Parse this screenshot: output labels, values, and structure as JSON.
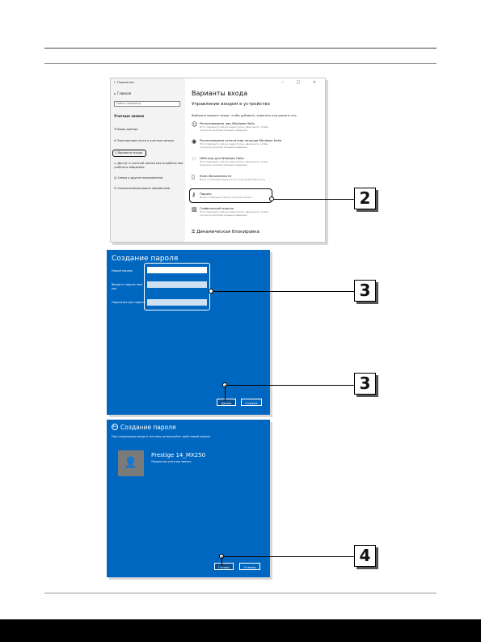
{
  "settings_window": {
    "title": "Параметры",
    "window_controls": "– □ ×",
    "home_label": "Главная",
    "search_placeholder": "Найти параметр",
    "section_label": "Учетные записи",
    "nav_items": [
      {
        "label": "Ваши данные",
        "icon": "person-card-icon"
      },
      {
        "label": "Электронная почта и учетные записи",
        "icon": "mail-icon"
      },
      {
        "label": "Варианты входа",
        "icon": "key-icon",
        "selected": true
      },
      {
        "label": "Доступ к учетной записи места работы или учебного заведения",
        "icon": "briefcase-icon"
      },
      {
        "label": "Семья и другие пользователи",
        "icon": "people-icon"
      },
      {
        "label": "Синхронизация ваших параметров",
        "icon": "sync-icon"
      }
    ],
    "heading": "Варианты входа",
    "subheading": "Управление входом в устройство",
    "intro": "Выберите вариант входа, чтобы добавить, изменить или удалить его.",
    "options": [
      {
        "title": "Распознавание лиц Windows Hello",
        "desc1": "Этот параметр сейчас недоступен. Щелкните, чтобы",
        "desc2": "получить дополнительные сведения",
        "icon": "smiley-icon"
      },
      {
        "title": "Распознавание отпечатков пальцев Windows Hello",
        "desc1": "Этот параметр сейчас недоступен. Щелкните, чтобы",
        "desc2": "получить дополнительные сведения",
        "icon": "fingerprint-icon"
      },
      {
        "title": "ПИН-код для Windows Hello",
        "desc1": "Этот параметр сейчас недоступен. Щелкните, чтобы",
        "desc2": "получить дополнительные сведения",
        "icon": "keypad-icon"
      },
      {
        "title": "Ключ безопасности",
        "desc1": "Вход с помощью физического ключа безопасности",
        "desc2": "",
        "icon": "usb-key-icon"
      },
      {
        "title": "Пароль",
        "desc1": "Вход с помощью пароля учетной записи",
        "desc2": "",
        "icon": "key-icon",
        "selected": true
      },
      {
        "title": "Графический пароль",
        "desc1": "Этот параметр сейчас недоступен. Щелкните, чтобы",
        "desc2": "получить дополнительные сведения",
        "icon": "picture-icon"
      }
    ],
    "dynamic_lock": "Динамическая блокировка"
  },
  "create_password": {
    "title": "Создание пароля",
    "labels": [
      "Новый пароль",
      "Введите пароль еще раз",
      "Подсказка для пароля"
    ],
    "next_button": "Далее",
    "cancel_button": "Отмена"
  },
  "finish_password": {
    "title": "Создание пароля",
    "subtitle": "При следующем входе в систему используйте свой новый пароль.",
    "user_name": "Prestige 14_MX250",
    "account_type": "Локальная учетная запись",
    "finish_button": "Готово",
    "cancel_button": "Отмена"
  },
  "steps": [
    "2",
    "3",
    "3",
    "4"
  ]
}
